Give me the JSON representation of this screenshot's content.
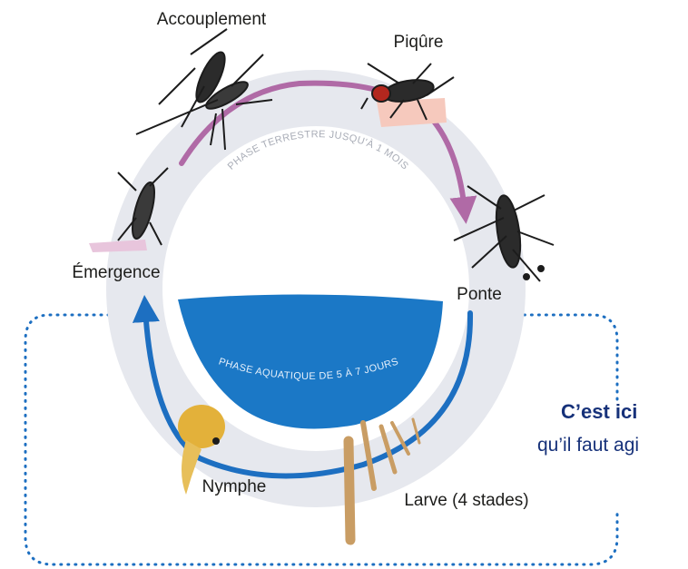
{
  "stages": {
    "accouplement": "Accouplement",
    "piqure": "Piqûre",
    "ponte": "Ponte",
    "emergence": "Émergence",
    "nymphe": "Nymphe",
    "larve": "Larve (4 stades)"
  },
  "phases": {
    "terrestre": "PHASE TERRESTRE JUSQU'À 1 MOIS",
    "aquatique": "PHASE AQUATIQUE DE 5 À 7 JOURS"
  },
  "callout": {
    "line1": "C’est ici",
    "line2": "qu’il faut agi"
  },
  "colors": {
    "ring": "#e6e8ee",
    "terrestrial_arrow": "#b06aa6",
    "aquatic_arrow": "#1d6fc1",
    "water": "#1b78c6",
    "dotted_frame": "#1d6fc1",
    "callout_text": "#17327a"
  }
}
